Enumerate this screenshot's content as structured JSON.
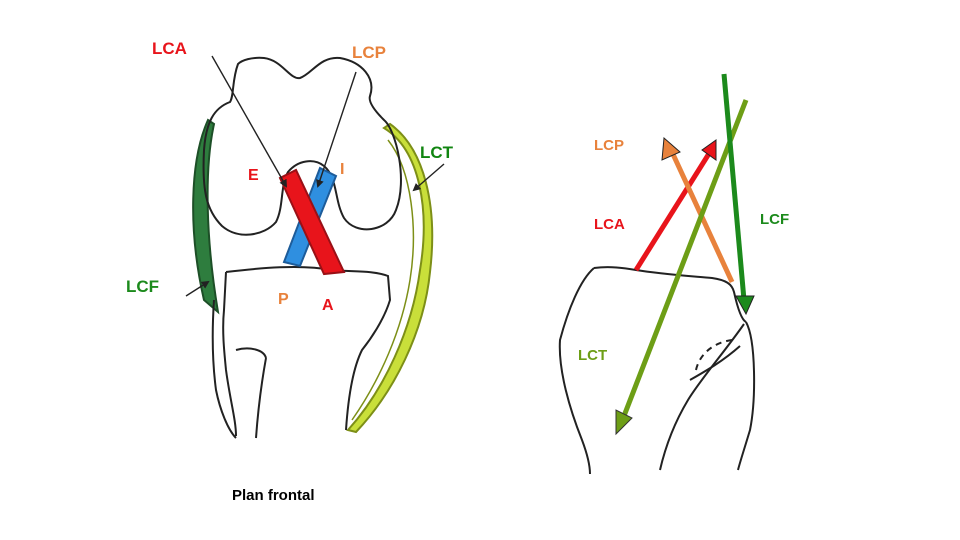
{
  "colors": {
    "lca": "#e8141b",
    "lcp": "#e8823c",
    "lcp_band": "#2f8fe0",
    "lct": "#118511",
    "lct_band": "#c9df3a",
    "lcf": "#1c8a1c",
    "lcf_band": "#2e7d3e",
    "lct_arrow": "#6d9e16",
    "outline": "#222222"
  },
  "left_figure": {
    "label_lca": "LCA",
    "label_lcp": "LCP",
    "label_lct": "LCT",
    "label_lcf": "LCF",
    "label_e": "E",
    "label_i": "I",
    "label_p": "P",
    "label_a": "A",
    "caption": "Plan frontal"
  },
  "right_figure": {
    "label_lcp": "LCP",
    "label_lca": "LCA",
    "label_lcf": "LCF",
    "label_lct": "LCT"
  }
}
